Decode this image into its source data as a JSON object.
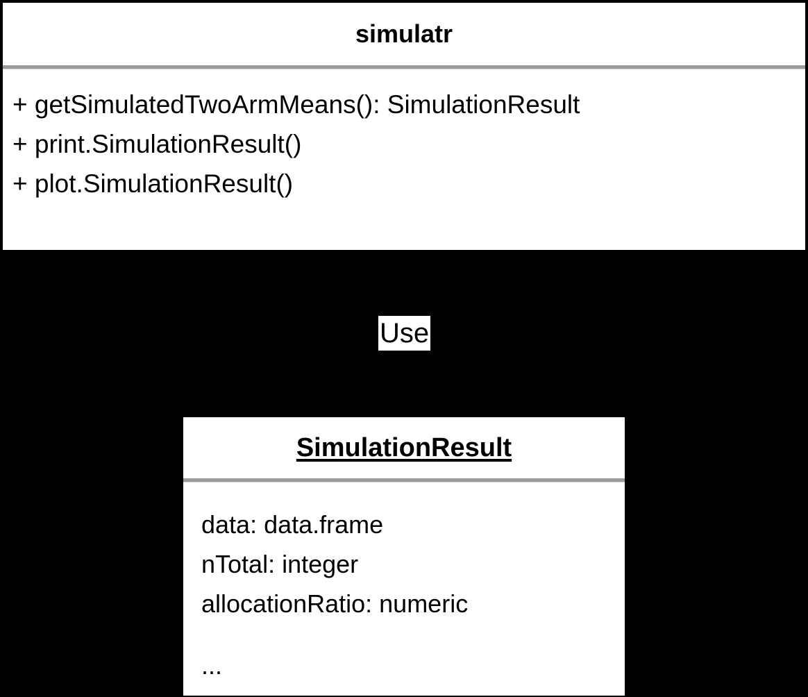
{
  "diagram": {
    "type": "uml-class-diagram",
    "background_color": "#000000",
    "box_fill_color": "#ffffff",
    "text_color": "#000000",
    "separator_color": "#9c9c9c"
  },
  "classes": [
    {
      "id": "simulatr",
      "name": "simulatr",
      "name_style": "bold",
      "attributes": [],
      "operations": [
        "+ getSimulatedTwoArmMeans(): SimulationResult",
        "+ print.SimulationResult()",
        "+ plot.SimulationResult()"
      ]
    },
    {
      "id": "simulationresult",
      "name": "SimulationResult",
      "name_style": "bold-underline",
      "attributes": [
        "data: data.frame",
        "nTotal: integer",
        "allocationRatio: numeric",
        "..."
      ],
      "operations": []
    }
  ],
  "relationships": [
    {
      "label": "Use",
      "from": "simulatr",
      "to": "simulationresult"
    }
  ]
}
